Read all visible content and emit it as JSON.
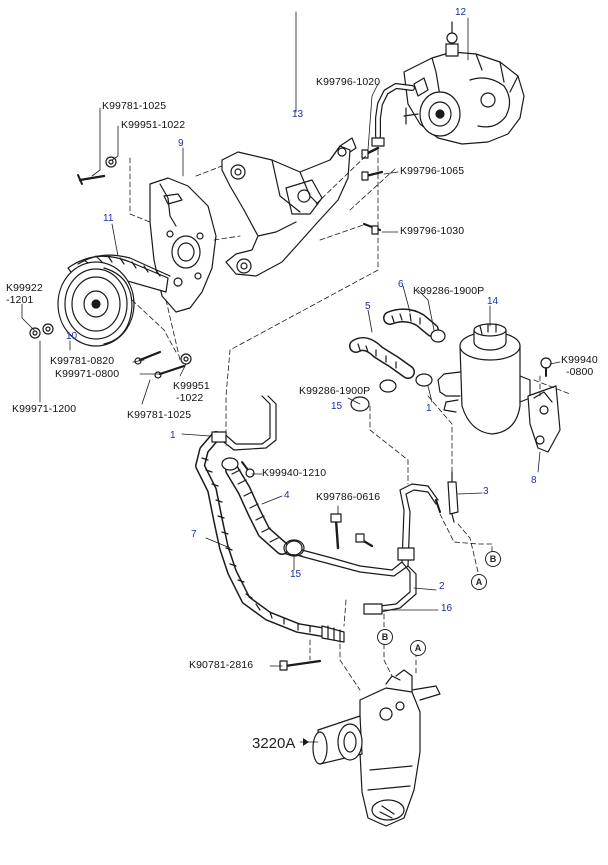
{
  "diagram": {
    "part_numbers": {
      "k99781_1025_top": "K99781-1025",
      "k99951_1022_top": "K99951-1022",
      "k99796_1020": "K99796-1020",
      "k99796_1065": "K99796-1065",
      "k99796_1030": "K99796-1030",
      "k99922_1201_line1": "K99922",
      "k99922_1201_line2": "-1201",
      "k99286_1900p_right": "K99286-1900P",
      "k99940_0800_line1": "K99940",
      "k99940_0800_line2": "-0800",
      "k99781_0820": "K99781-0820",
      "k99971_0800": "K99971-0800",
      "k99951_1022_bot_line1": "K99951",
      "k99951_1022_bot_line2": "-1022",
      "k99971_1200": "K99971-1200",
      "k99781_1025_bot": "K99781-1025",
      "k99286_1900p_left": "K99286-1900P",
      "k99940_1210": "K99940-1210",
      "k99786_0616": "K99786-0616",
      "k90781_2816": "K90781-2816",
      "ref_3220a": "3220A"
    },
    "item_numbers": {
      "n12": "12",
      "n13": "13",
      "n9": "9",
      "n11": "11",
      "n10": "10",
      "n6": "6",
      "n14": "14",
      "n5": "5",
      "n15a": "15",
      "n1a": "1",
      "n1b": "1",
      "n4": "4",
      "n3": "3",
      "n8": "8",
      "n7": "7",
      "n15b": "15",
      "n2": "2",
      "n16": "16"
    },
    "connectors": {
      "b_top": "B",
      "a_top": "A",
      "b_bot": "B",
      "a_bot": "A"
    }
  }
}
